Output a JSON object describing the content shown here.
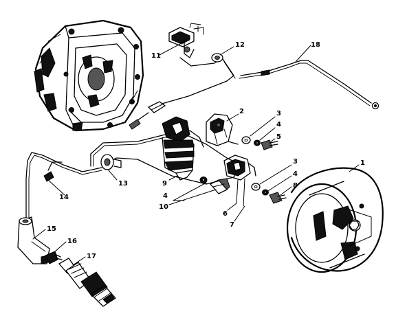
{
  "callouts": {
    "c1": "1",
    "c2": "2",
    "c3a": "3",
    "c3b": "3",
    "c4a": "4",
    "c4b": "4",
    "c4c": "4",
    "c5": "5",
    "c6": "6",
    "c7": "7",
    "c8": "8",
    "c9": "9",
    "c10": "10",
    "c11": "11",
    "c12": "12",
    "c13": "13",
    "c14": "14",
    "c15": "15",
    "c16": "16",
    "c17": "17",
    "c18": "18"
  },
  "icons": [
    "crankcase",
    "flywheel",
    "ignition-coil",
    "trigger-module",
    "spark-plug",
    "spark-plug-boot",
    "ground-wire",
    "kill-switch"
  ]
}
